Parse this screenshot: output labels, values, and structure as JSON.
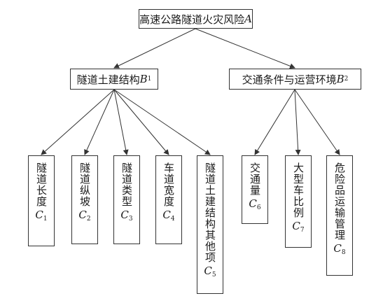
{
  "root": {
    "label": "高速公路隧道火灾风险",
    "code": "A",
    "sub": ""
  },
  "groups": [
    {
      "label": "隧道土建结构",
      "code": "B",
      "sub": "1"
    },
    {
      "label": "交通条件与运营环境",
      "code": "B",
      "sub": "2"
    }
  ],
  "leaves": [
    {
      "label": "隧道长度",
      "code": "C",
      "sub": "1"
    },
    {
      "label": "隧道纵坡",
      "code": "C",
      "sub": "2"
    },
    {
      "label": "隧道类型",
      "code": "C",
      "sub": "3"
    },
    {
      "label": "车道宽度",
      "code": "C",
      "sub": "4"
    },
    {
      "label": "隧道土建结构其他项",
      "code": "C",
      "sub": "5"
    },
    {
      "label": "交通量",
      "code": "C",
      "sub": "6"
    },
    {
      "label": "大型车比例",
      "code": "C",
      "sub": "7"
    },
    {
      "label": "危险品运输管理",
      "code": "C",
      "sub": "8"
    }
  ]
}
